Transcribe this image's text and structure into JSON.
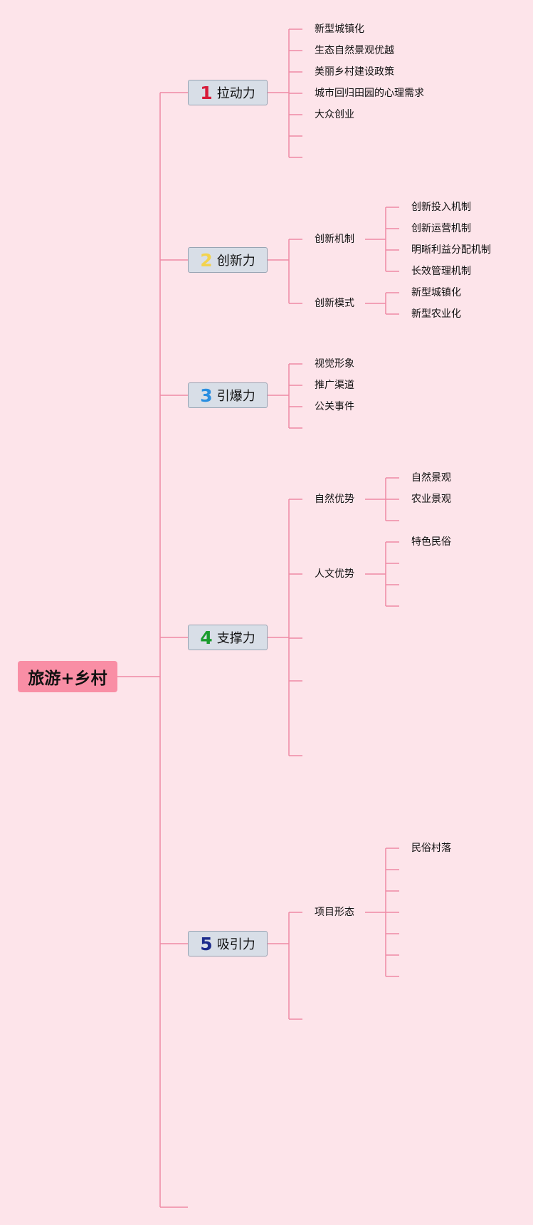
{
  "root": {
    "label": "旅游+乡村"
  },
  "branches": [
    {
      "num": "1",
      "num_color": "#d81b3a",
      "label": "拉动力",
      "leaves": [
        "新型城镇化",
        "生态自然景观优越",
        "美丽乡村建设政策",
        "城市回归田园的心理需求",
        "大众创业"
      ]
    },
    {
      "num": "2",
      "num_color": "#f3d34d",
      "label": "创新力",
      "subs": [
        {
          "label": "创新机制",
          "leaves": [
            "创新投入机制",
            "创新运营机制",
            "明晰利益分配机制",
            "长效管理机制"
          ]
        },
        {
          "label": "创新模式",
          "leaves": [
            "新型城镇化",
            "新型农业化"
          ]
        }
      ]
    },
    {
      "num": "3",
      "num_color": "#2a8ee0",
      "label": "引爆力",
      "leaves": [
        "视觉形象",
        "推广渠道",
        "公关事件"
      ]
    },
    {
      "num": "4",
      "num_color": "#1a9c2e",
      "label": "支撑力",
      "subs": [
        {
          "label": "自然优势",
          "leaves": [
            "自然景观",
            "农业景观"
          ]
        },
        {
          "label": "人文优势",
          "leaves": [
            "特色民俗"
          ]
        }
      ]
    },
    {
      "num": "5",
      "num_color": "#1c2b8c",
      "label": "吸引力",
      "subs": [
        {
          "label": "项目形态",
          "leaves": [
            "民俗村落"
          ]
        }
      ]
    }
  ],
  "colors": {
    "background": "#fde4ea",
    "line": "#ef8aa5",
    "root_fill": "#f98ea5",
    "branch_fill": "#d8dee7"
  }
}
